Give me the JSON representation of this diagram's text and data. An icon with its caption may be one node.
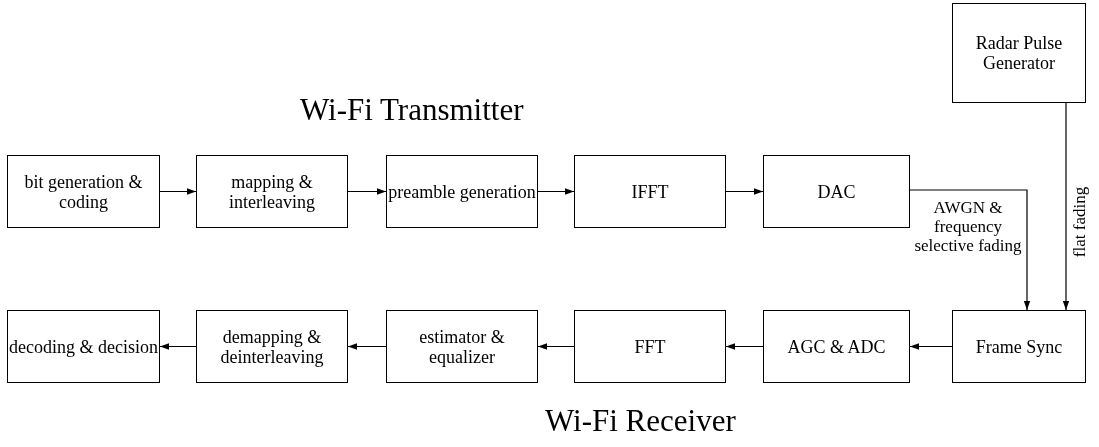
{
  "diagram": {
    "nodes": [
      {
        "text": [
          "Radar Pulse Generator"
        ]
      },
      {
        "text": [
          "bit generation & coding"
        ]
      },
      {
        "text": [
          "mapping & interleaving"
        ]
      },
      {
        "text": [
          "preamble generation"
        ]
      },
      {
        "text": [
          "IFFT"
        ]
      },
      {
        "text": [
          "DAC"
        ]
      },
      {
        "text": [
          "decoding & decision"
        ]
      },
      {
        "text": [
          "demapping & deinterleaving"
        ]
      },
      {
        "text": [
          "estimator & equalizer"
        ]
      },
      {
        "text": [
          "FFT"
        ]
      },
      {
        "text": [
          "AGC & ADC"
        ]
      },
      {
        "text": [
          "Frame Sync"
        ]
      }
    ],
    "edges": [
      {
        "from": 1,
        "to": 2,
        "arrow": "to"
      },
      {
        "from": 2,
        "to": 3,
        "arrow": "to"
      },
      {
        "from": 3,
        "to": 4,
        "arrow": "to"
      },
      {
        "from": 4,
        "to": 5,
        "arrow": "to"
      },
      {
        "from": 5,
        "to": 11,
        "arrow": "to",
        "label": "AWGN & frequency selective fading"
      },
      {
        "from": 0,
        "to": 11,
        "arrow": "to",
        "label": "flat fading"
      },
      {
        "from": 11,
        "to": 10,
        "arrow": "to"
      },
      {
        "from": 10,
        "to": 9,
        "arrow": "to"
      },
      {
        "from": 9,
        "to": 8,
        "arrow": "to"
      },
      {
        "from": 8,
        "to": 7,
        "arrow": "to"
      },
      {
        "from": 7,
        "to": 6,
        "arrow": "to"
      }
    ],
    "labels": [
      "Wi-Fi Transmitter",
      "Wi-Fi Receiver"
    ]
  }
}
